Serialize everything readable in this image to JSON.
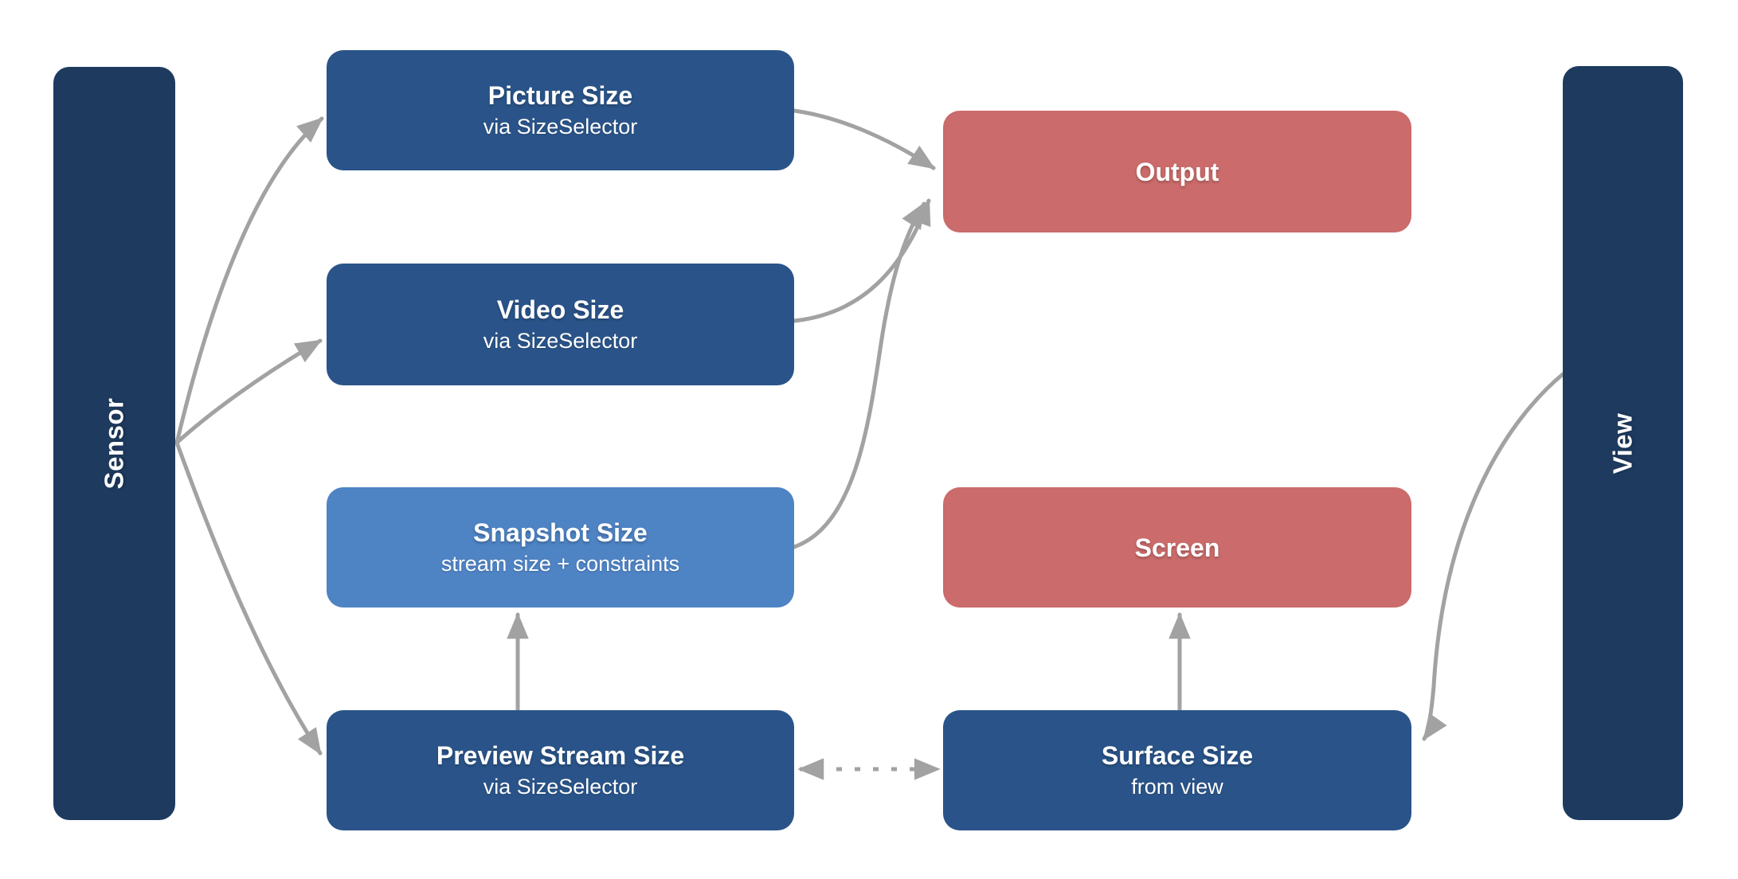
{
  "rails": {
    "sensor": {
      "label": "Sensor"
    },
    "view": {
      "label": "View"
    }
  },
  "nodes": {
    "picture_size": {
      "title": "Picture Size",
      "subtitle": "via SizeSelector"
    },
    "video_size": {
      "title": "Video Size",
      "subtitle": "via SizeSelector"
    },
    "snapshot_size": {
      "title": "Snapshot Size",
      "subtitle": "stream size + constraints"
    },
    "preview_stream_size": {
      "title": "Preview Stream Size",
      "subtitle": "via SizeSelector"
    },
    "output": {
      "title": "Output"
    },
    "screen": {
      "title": "Screen"
    },
    "surface_size": {
      "title": "Surface Size",
      "subtitle": "from view"
    }
  },
  "edges": [
    {
      "from": "Sensor",
      "to": "Picture Size",
      "style": "solid-curve",
      "arrow": "end"
    },
    {
      "from": "Sensor",
      "to": "Video Size",
      "style": "solid-curve",
      "arrow": "end"
    },
    {
      "from": "Sensor",
      "to": "Preview Stream Size",
      "style": "solid-curve",
      "arrow": "end"
    },
    {
      "from": "Picture Size",
      "to": "Output",
      "style": "solid-curve",
      "arrow": "end"
    },
    {
      "from": "Video Size",
      "to": "Output",
      "style": "solid-curve",
      "arrow": "end"
    },
    {
      "from": "Snapshot Size",
      "to": "Output",
      "style": "solid-curve",
      "arrow": "end"
    },
    {
      "from": "Preview Stream Size",
      "to": "Snapshot Size",
      "style": "solid-straight",
      "arrow": "end"
    },
    {
      "from": "Surface Size",
      "to": "Screen",
      "style": "solid-straight",
      "arrow": "end"
    },
    {
      "from": "Preview Stream Size",
      "to": "Surface Size",
      "style": "dotted-straight",
      "arrow": "both"
    },
    {
      "from": "View",
      "to": "Surface Size",
      "style": "solid-curve",
      "arrow": "end"
    }
  ],
  "colors": {
    "background": "#ffffff",
    "rail_navy": "#1e3a5f",
    "node_blue": "#2a5489",
    "node_lightblue": "#4e83c4",
    "node_red": "#cb6b6b",
    "arrow_gray": "#a2a2a2",
    "text": "#ffffff"
  }
}
